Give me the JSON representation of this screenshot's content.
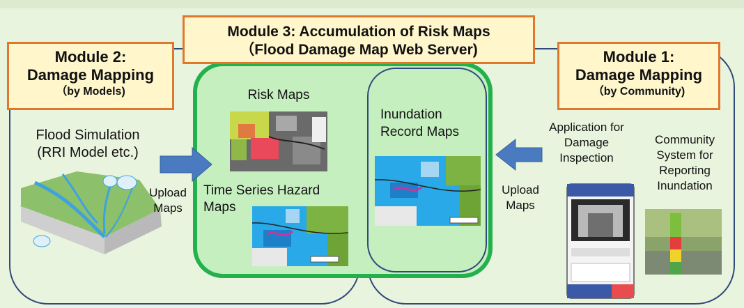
{
  "module3": {
    "title": "Module 3: Accumulation of Risk Maps",
    "subtitle": "（Flood Damage Map Web Server)"
  },
  "module2": {
    "title_line1": "Module 2:",
    "title_line2": "Damage Mapping",
    "subtitle": "（by Models)"
  },
  "module1": {
    "title_line1": "Module 1:",
    "title_line2": "Damage Mapping",
    "subtitle": "（by Community)"
  },
  "left": {
    "sim_line1": "Flood Simulation",
    "sim_line2": "(RRI Model etc.)",
    "upload_line1": "Upload",
    "upload_line2": "Maps"
  },
  "center": {
    "risk_maps": "Risk Maps",
    "hazard_line1": "Time Series Hazard",
    "hazard_line2": "Maps",
    "inund_line1": "Inundation",
    "inund_line2": "Record Maps"
  },
  "right": {
    "upload_line1": "Upload",
    "upload_line2": "Maps",
    "app_line1": "Application for",
    "app_line2": "Damage",
    "app_line3": "Inspection",
    "comm_line1": "Community",
    "comm_line2": "System for",
    "comm_line3": "Reporting",
    "comm_line4": "Inundation"
  },
  "colors": {
    "orange_border": "#e0782b",
    "note_fill": "#fff6cc",
    "green_border": "#22b14c",
    "green_fill": "#c6efc0",
    "navy": "#2f4a7a",
    "arrow": "#4a7bc0"
  }
}
